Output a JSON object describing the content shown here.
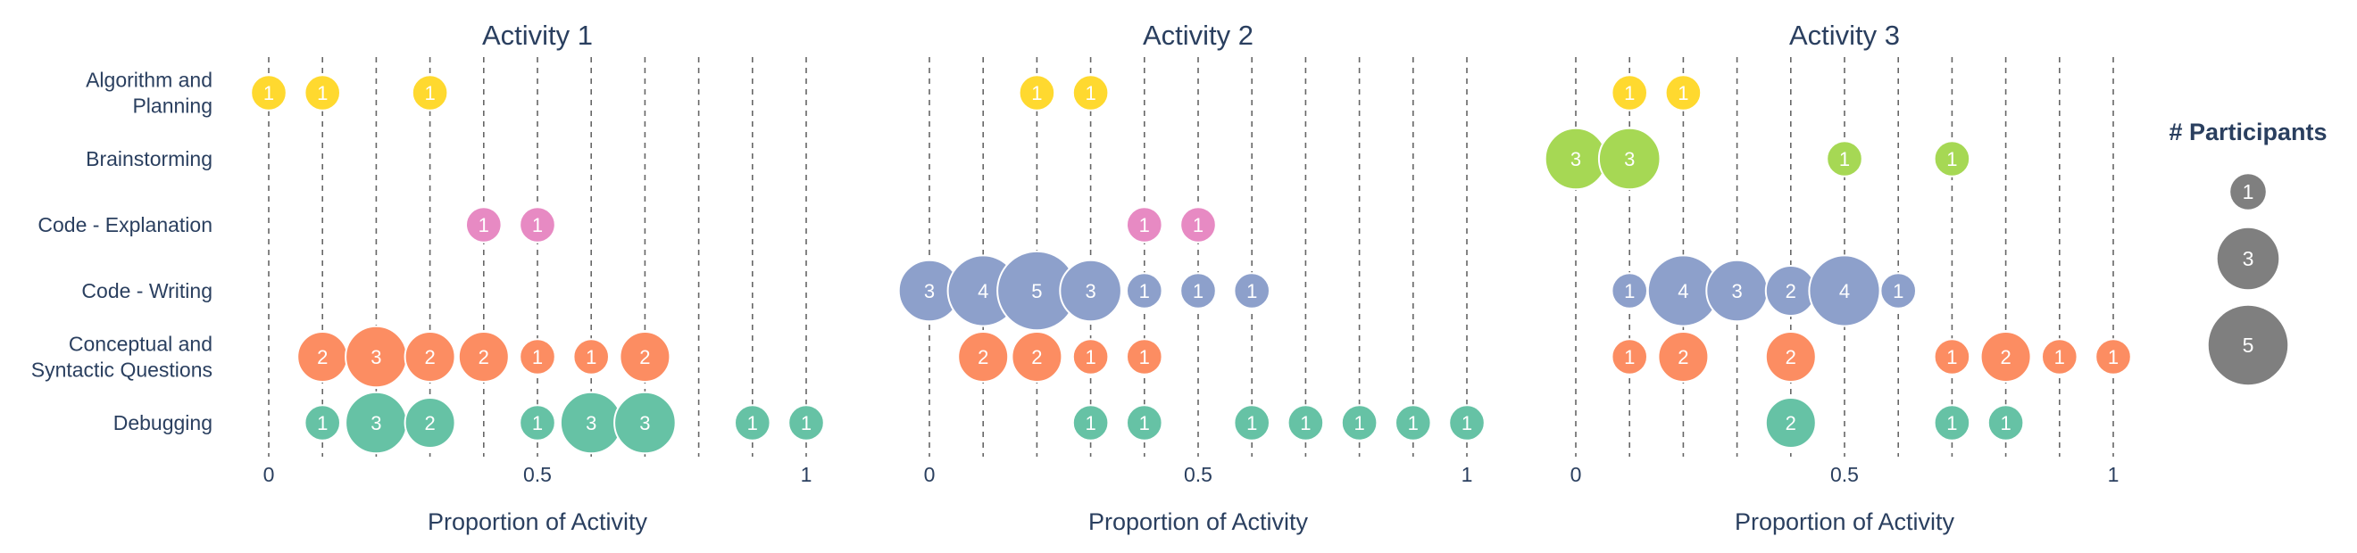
{
  "chart_data": {
    "type": "scatter",
    "subtype": "bubble",
    "categories": [
      "Algorithm and Planning",
      "Brainstorming",
      "Code - Explanation",
      "Code - Writing",
      "Conceptual and Syntactic Questions",
      "Debugging"
    ],
    "category_label_lines": [
      [
        "Algorithm and",
        "Planning"
      ],
      [
        "Brainstorming"
      ],
      [
        "Code - Explanation"
      ],
      [
        "Code - Writing"
      ],
      [
        "Conceptual and",
        "Syntactic Questions"
      ],
      [
        "Debugging"
      ]
    ],
    "category_colors": [
      "#ffd92f",
      "#a6d854",
      "#e78ac3",
      "#8da0cb",
      "#fc8d62",
      "#66c2a5"
    ],
    "xlim": [
      0,
      1
    ],
    "xticks": [
      0,
      0.5,
      1
    ],
    "xtick_labels": [
      "0",
      "0.5",
      "1"
    ],
    "grid": "vertical dashed lines every 0.1",
    "panels": [
      {
        "title": "Activity 1",
        "xlabel": "Proportion of Activity",
        "points": [
          {
            "category": "Algorithm and Planning",
            "x": 0.0,
            "size": 1
          },
          {
            "category": "Algorithm and Planning",
            "x": 0.1,
            "size": 1
          },
          {
            "category": "Algorithm and Planning",
            "x": 0.3,
            "size": 1
          },
          {
            "category": "Code - Explanation",
            "x": 0.4,
            "size": 1
          },
          {
            "category": "Code - Explanation",
            "x": 0.5,
            "size": 1
          },
          {
            "category": "Conceptual and Syntactic Questions",
            "x": 0.1,
            "size": 2
          },
          {
            "category": "Conceptual and Syntactic Questions",
            "x": 0.2,
            "size": 3
          },
          {
            "category": "Conceptual and Syntactic Questions",
            "x": 0.3,
            "size": 2
          },
          {
            "category": "Conceptual and Syntactic Questions",
            "x": 0.4,
            "size": 2
          },
          {
            "category": "Conceptual and Syntactic Questions",
            "x": 0.5,
            "size": 1
          },
          {
            "category": "Conceptual and Syntactic Questions",
            "x": 0.6,
            "size": 1
          },
          {
            "category": "Conceptual and Syntactic Questions",
            "x": 0.7,
            "size": 2
          },
          {
            "category": "Debugging",
            "x": 0.1,
            "size": 1
          },
          {
            "category": "Debugging",
            "x": 0.2,
            "size": 3
          },
          {
            "category": "Debugging",
            "x": 0.3,
            "size": 2
          },
          {
            "category": "Debugging",
            "x": 0.5,
            "size": 1
          },
          {
            "category": "Debugging",
            "x": 0.6,
            "size": 3
          },
          {
            "category": "Debugging",
            "x": 0.7,
            "size": 3
          },
          {
            "category": "Debugging",
            "x": 0.9,
            "size": 1
          },
          {
            "category": "Debugging",
            "x": 1.0,
            "size": 1
          }
        ]
      },
      {
        "title": "Activity 2",
        "xlabel": "Proportion of Activity",
        "points": [
          {
            "category": "Algorithm and Planning",
            "x": 0.2,
            "size": 1
          },
          {
            "category": "Algorithm and Planning",
            "x": 0.3,
            "size": 1
          },
          {
            "category": "Code - Explanation",
            "x": 0.4,
            "size": 1
          },
          {
            "category": "Code - Explanation",
            "x": 0.5,
            "size": 1
          },
          {
            "category": "Code - Writing",
            "x": 0.0,
            "size": 3
          },
          {
            "category": "Code - Writing",
            "x": 0.1,
            "size": 4
          },
          {
            "category": "Code - Writing",
            "x": 0.2,
            "size": 5
          },
          {
            "category": "Code - Writing",
            "x": 0.3,
            "size": 3
          },
          {
            "category": "Code - Writing",
            "x": 0.4,
            "size": 1
          },
          {
            "category": "Code - Writing",
            "x": 0.5,
            "size": 1
          },
          {
            "category": "Code - Writing",
            "x": 0.6,
            "size": 1
          },
          {
            "category": "Conceptual and Syntactic Questions",
            "x": 0.1,
            "size": 2
          },
          {
            "category": "Conceptual and Syntactic Questions",
            "x": 0.2,
            "size": 2
          },
          {
            "category": "Conceptual and Syntactic Questions",
            "x": 0.3,
            "size": 1
          },
          {
            "category": "Conceptual and Syntactic Questions",
            "x": 0.4,
            "size": 1
          },
          {
            "category": "Debugging",
            "x": 0.3,
            "size": 1
          },
          {
            "category": "Debugging",
            "x": 0.4,
            "size": 1
          },
          {
            "category": "Debugging",
            "x": 0.6,
            "size": 1
          },
          {
            "category": "Debugging",
            "x": 0.7,
            "size": 1
          },
          {
            "category": "Debugging",
            "x": 0.8,
            "size": 1
          },
          {
            "category": "Debugging",
            "x": 0.9,
            "size": 1
          },
          {
            "category": "Debugging",
            "x": 1.0,
            "size": 1
          }
        ]
      },
      {
        "title": "Activity 3",
        "xlabel": "Proportion of Activity",
        "points": [
          {
            "category": "Algorithm and Planning",
            "x": 0.1,
            "size": 1
          },
          {
            "category": "Algorithm and Planning",
            "x": 0.2,
            "size": 1
          },
          {
            "category": "Brainstorming",
            "x": 0.0,
            "size": 3
          },
          {
            "category": "Brainstorming",
            "x": 0.1,
            "size": 3
          },
          {
            "category": "Brainstorming",
            "x": 0.5,
            "size": 1
          },
          {
            "category": "Brainstorming",
            "x": 0.7,
            "size": 1
          },
          {
            "category": "Code - Writing",
            "x": 0.1,
            "size": 1
          },
          {
            "category": "Code - Writing",
            "x": 0.2,
            "size": 4
          },
          {
            "category": "Code - Writing",
            "x": 0.3,
            "size": 3
          },
          {
            "category": "Code - Writing",
            "x": 0.4,
            "size": 2
          },
          {
            "category": "Code - Writing",
            "x": 0.5,
            "size": 4
          },
          {
            "category": "Code - Writing",
            "x": 0.6,
            "size": 1
          },
          {
            "category": "Conceptual and Syntactic Questions",
            "x": 0.1,
            "size": 1
          },
          {
            "category": "Conceptual and Syntactic Questions",
            "x": 0.2,
            "size": 2
          },
          {
            "category": "Conceptual and Syntactic Questions",
            "x": 0.4,
            "size": 2
          },
          {
            "category": "Conceptual and Syntactic Questions",
            "x": 0.7,
            "size": 1
          },
          {
            "category": "Conceptual and Syntactic Questions",
            "x": 0.8,
            "size": 2
          },
          {
            "category": "Conceptual and Syntactic Questions",
            "x": 0.9,
            "size": 1
          },
          {
            "category": "Conceptual and Syntactic Questions",
            "x": 1.0,
            "size": 1
          },
          {
            "category": "Debugging",
            "x": 0.4,
            "size": 2
          },
          {
            "category": "Debugging",
            "x": 0.7,
            "size": 1
          },
          {
            "category": "Debugging",
            "x": 0.8,
            "size": 1
          }
        ]
      }
    ],
    "legend": {
      "title": "# Participants",
      "entries": [
        1,
        3,
        5
      ],
      "color": "#7f7f7f",
      "placement": "right"
    }
  }
}
